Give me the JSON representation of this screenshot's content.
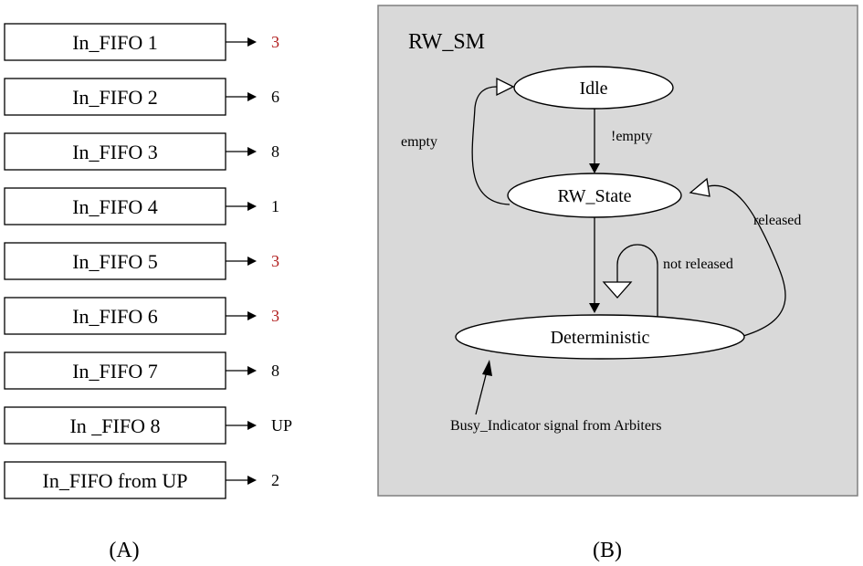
{
  "panel_a": {
    "caption": "(A)",
    "rows": [
      {
        "label": "In_FIFO 1",
        "dest": "3",
        "dest_color": "#b01c1c"
      },
      {
        "label": "In_FIFO 2",
        "dest": "6",
        "dest_color": "#000000"
      },
      {
        "label": "In_FIFO 3",
        "dest": "8",
        "dest_color": "#000000"
      },
      {
        "label": "In_FIFO 4",
        "dest": "1",
        "dest_color": "#000000"
      },
      {
        "label": "In_FIFO 5",
        "dest": "3",
        "dest_color": "#b01c1c"
      },
      {
        "label": "In_FIFO 6",
        "dest": "3",
        "dest_color": "#b01c1c"
      },
      {
        "label": "In_FIFO 7",
        "dest": "8",
        "dest_color": "#000000"
      },
      {
        "label": "In _FIFO 8",
        "dest": "UP",
        "dest_color": "#000000"
      },
      {
        "label": "In_FIFO from UP",
        "dest": "2",
        "dest_color": "#000000"
      }
    ]
  },
  "panel_b": {
    "caption": "(B)",
    "title": "RW_SM",
    "states": {
      "idle": "Idle",
      "rw_state": "RW_State",
      "deterministic": "Deterministic"
    },
    "transitions": {
      "not_empty": "!empty",
      "empty": "empty",
      "released": "released",
      "not_released": "not released"
    },
    "busy_indicator": "Busy_Indicator signal from Arbiters"
  },
  "colors": {
    "panel_background": "#d9d9d9",
    "highlight_destination": "#b01c1c"
  }
}
